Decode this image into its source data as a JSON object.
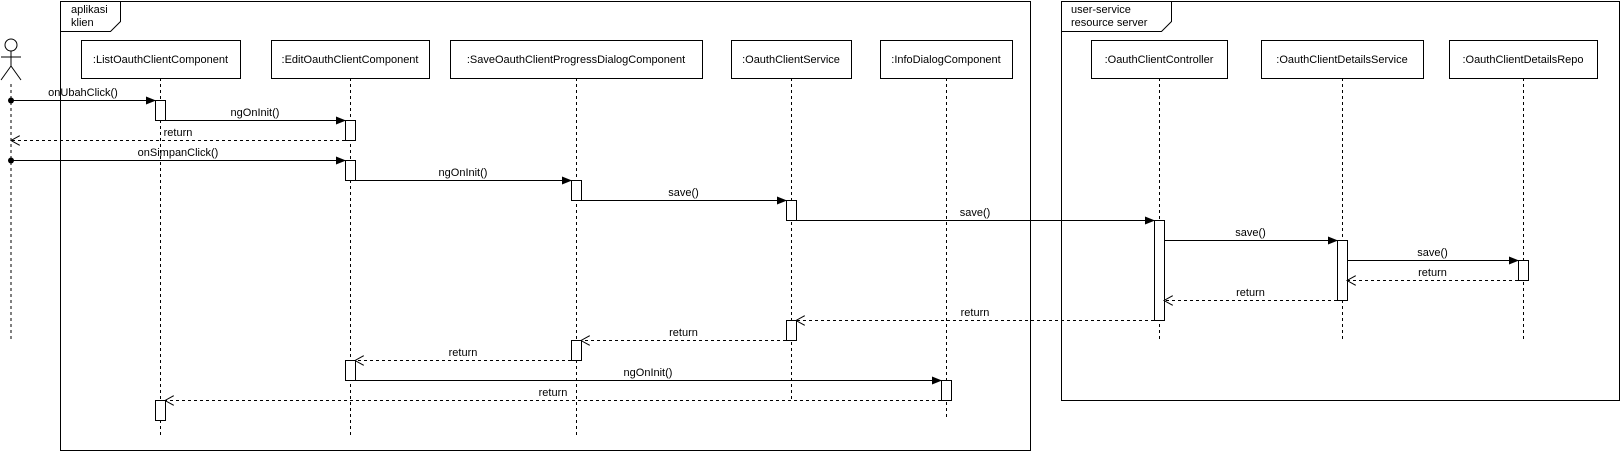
{
  "frames": [
    {
      "id": "client",
      "label_lines": [
        "aplikasi",
        "klien"
      ]
    },
    {
      "id": "server",
      "label_lines": [
        "user-service",
        "resource server"
      ]
    }
  ],
  "lifelines": [
    {
      "id": "actor",
      "label": "",
      "is_actor": true
    },
    {
      "id": "list",
      "label": ":ListOauthClientComponent"
    },
    {
      "id": "edit",
      "label": ":EditOauthClientComponent"
    },
    {
      "id": "progress",
      "label": ":SaveOauthClientProgressDialogComponent"
    },
    {
      "id": "svc",
      "label": ":OauthClientService"
    },
    {
      "id": "info",
      "label": ":InfoDialogComponent"
    },
    {
      "id": "ctrl",
      "label": ":OauthClientController"
    },
    {
      "id": "dsvc",
      "label": ":OauthClientDetailsService"
    },
    {
      "id": "repo",
      "label": ":OauthClientDetailsRepo"
    }
  ],
  "messages": [
    {
      "from": "actor",
      "to": "list",
      "label": "onUbahClick()",
      "kind": "call"
    },
    {
      "from": "list",
      "to": "edit",
      "label": "ngOnInit()",
      "kind": "call"
    },
    {
      "from": "edit",
      "to": "actor",
      "label": "return",
      "kind": "return"
    },
    {
      "from": "actor",
      "to": "edit",
      "label": "onSimpanClick()",
      "kind": "call"
    },
    {
      "from": "edit",
      "to": "progress",
      "label": "ngOnInit()",
      "kind": "call"
    },
    {
      "from": "progress",
      "to": "svc",
      "label": "save()",
      "kind": "call"
    },
    {
      "from": "svc",
      "to": "ctrl",
      "label": "save()",
      "kind": "call"
    },
    {
      "from": "ctrl",
      "to": "dsvc",
      "label": "save()",
      "kind": "call"
    },
    {
      "from": "dsvc",
      "to": "repo",
      "label": "save()",
      "kind": "call"
    },
    {
      "from": "repo",
      "to": "dsvc",
      "label": "return",
      "kind": "return"
    },
    {
      "from": "dsvc",
      "to": "ctrl",
      "label": "return",
      "kind": "return"
    },
    {
      "from": "ctrl",
      "to": "svc",
      "label": "return",
      "kind": "return"
    },
    {
      "from": "svc",
      "to": "progress",
      "label": "return",
      "kind": "return"
    },
    {
      "from": "progress",
      "to": "edit",
      "label": "return",
      "kind": "return"
    },
    {
      "from": "edit",
      "to": "info",
      "label": "ngOnInit()",
      "kind": "call"
    },
    {
      "from": "info",
      "to": "list",
      "label": "return",
      "kind": "return"
    }
  ],
  "colors": {
    "stroke": "#000000",
    "background": "#ffffff"
  }
}
